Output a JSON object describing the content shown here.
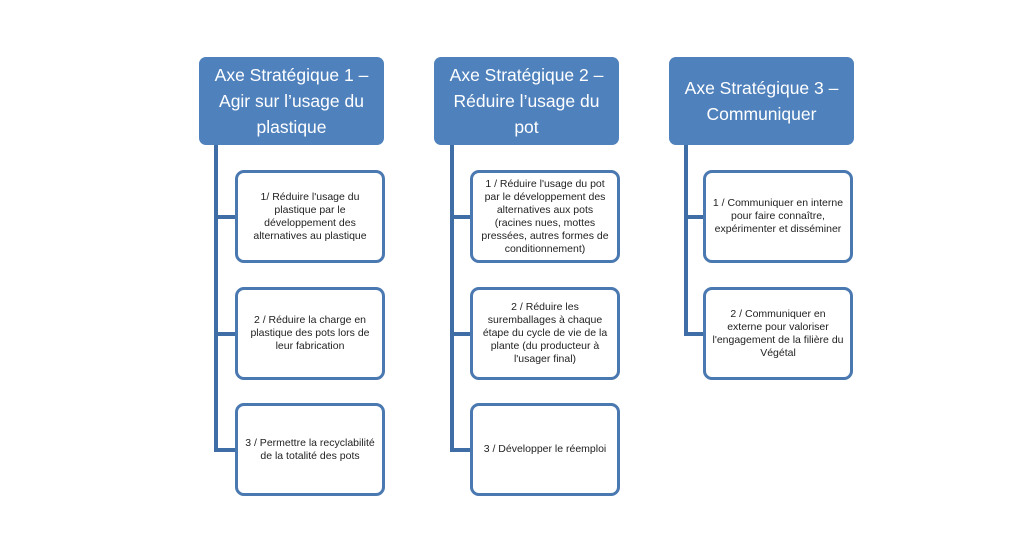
{
  "axes": [
    {
      "title": "Axe Stratégique 1 – Agir sur l’usage du plastique",
      "items": [
        "1/ Réduire l'usage du plastique par le développement des alternatives au plastique",
        "2 / Réduire la charge en plastique des pots lors de leur fabrication",
        "3 / Permettre la recyclabilité de la totalité des pots"
      ]
    },
    {
      "title": "Axe Stratégique 2 – Réduire l’usage du pot",
      "items": [
        "1 / Réduire l'usage du pot par le développement des alternatives aux pots (racines nues, mottes pressées, autres formes de conditionnement)",
        "2 / Réduire les suremballages à chaque étape du cycle de vie de la plante (du producteur à l'usager final)",
        "3 / Développer le réemploi"
      ]
    },
    {
      "title": "Axe Stratégique 3 – Communiquer",
      "items": [
        "1 / Communiquer en interne pour faire connaître, expérimenter et disséminer",
        "2 / Communiquer en externe pour valoriser l'engagement de la filière du Végétal"
      ]
    }
  ],
  "colors": {
    "header": "#4f81bd",
    "border": "#4a78b0"
  }
}
